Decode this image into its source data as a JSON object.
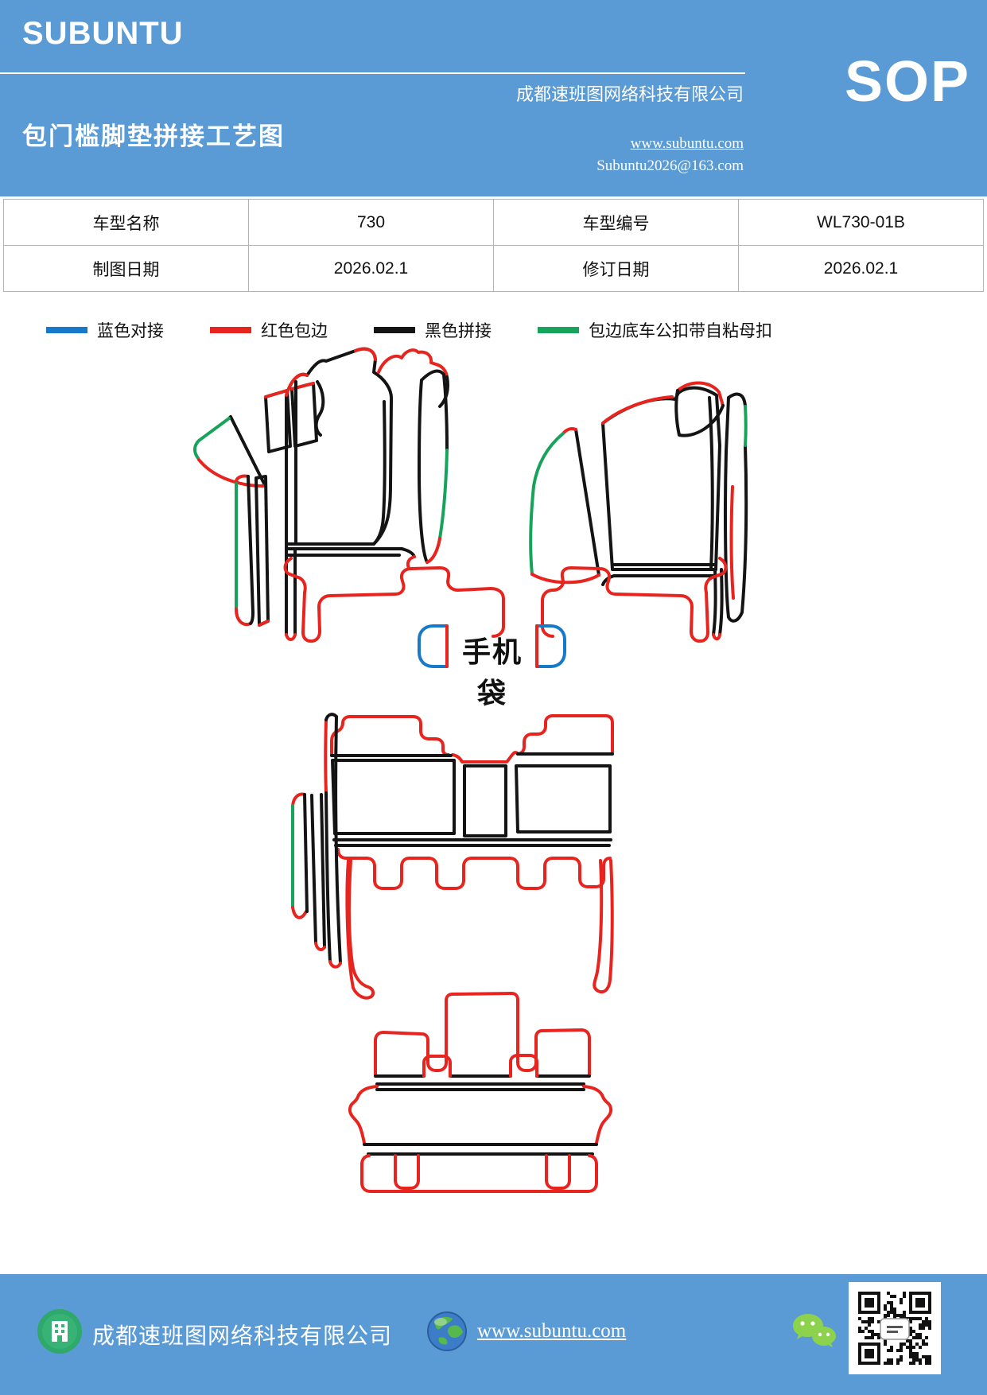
{
  "header": {
    "logo": "SUBUNTU",
    "title": "包门槛脚垫拼接工艺图",
    "company": "成都速班图网络科技有限公司",
    "website": "www.subuntu.com",
    "email": "Subuntu2026@163.com",
    "badge": "SOP"
  },
  "info_table": {
    "rows": [
      {
        "cells": [
          "车型名称",
          "730",
          "车型编号",
          "WL730-01B"
        ]
      },
      {
        "cells": [
          "制图日期",
          "2026.02.1",
          "修订日期",
          "2026.02.1"
        ]
      }
    ]
  },
  "legend": {
    "items": [
      {
        "label": "蓝色对接",
        "color": "#1779C9"
      },
      {
        "label": "红色包边",
        "color": "#E8241F"
      },
      {
        "label": "黑色拼接",
        "color": "#141414"
      },
      {
        "label": "包边底车公扣带自粘母扣",
        "color": "#17A35B"
      }
    ]
  },
  "diagram": {
    "phone_bag_label": "手机袋"
  },
  "footer": {
    "company": "成都速班图网络科技有限公司",
    "website": "www.subuntu.com"
  },
  "colors": {
    "header_blue": "#5B9BD5",
    "line_blue": "#1779C9",
    "line_red": "#E8241F",
    "line_black": "#141414",
    "line_green": "#17A35B"
  }
}
